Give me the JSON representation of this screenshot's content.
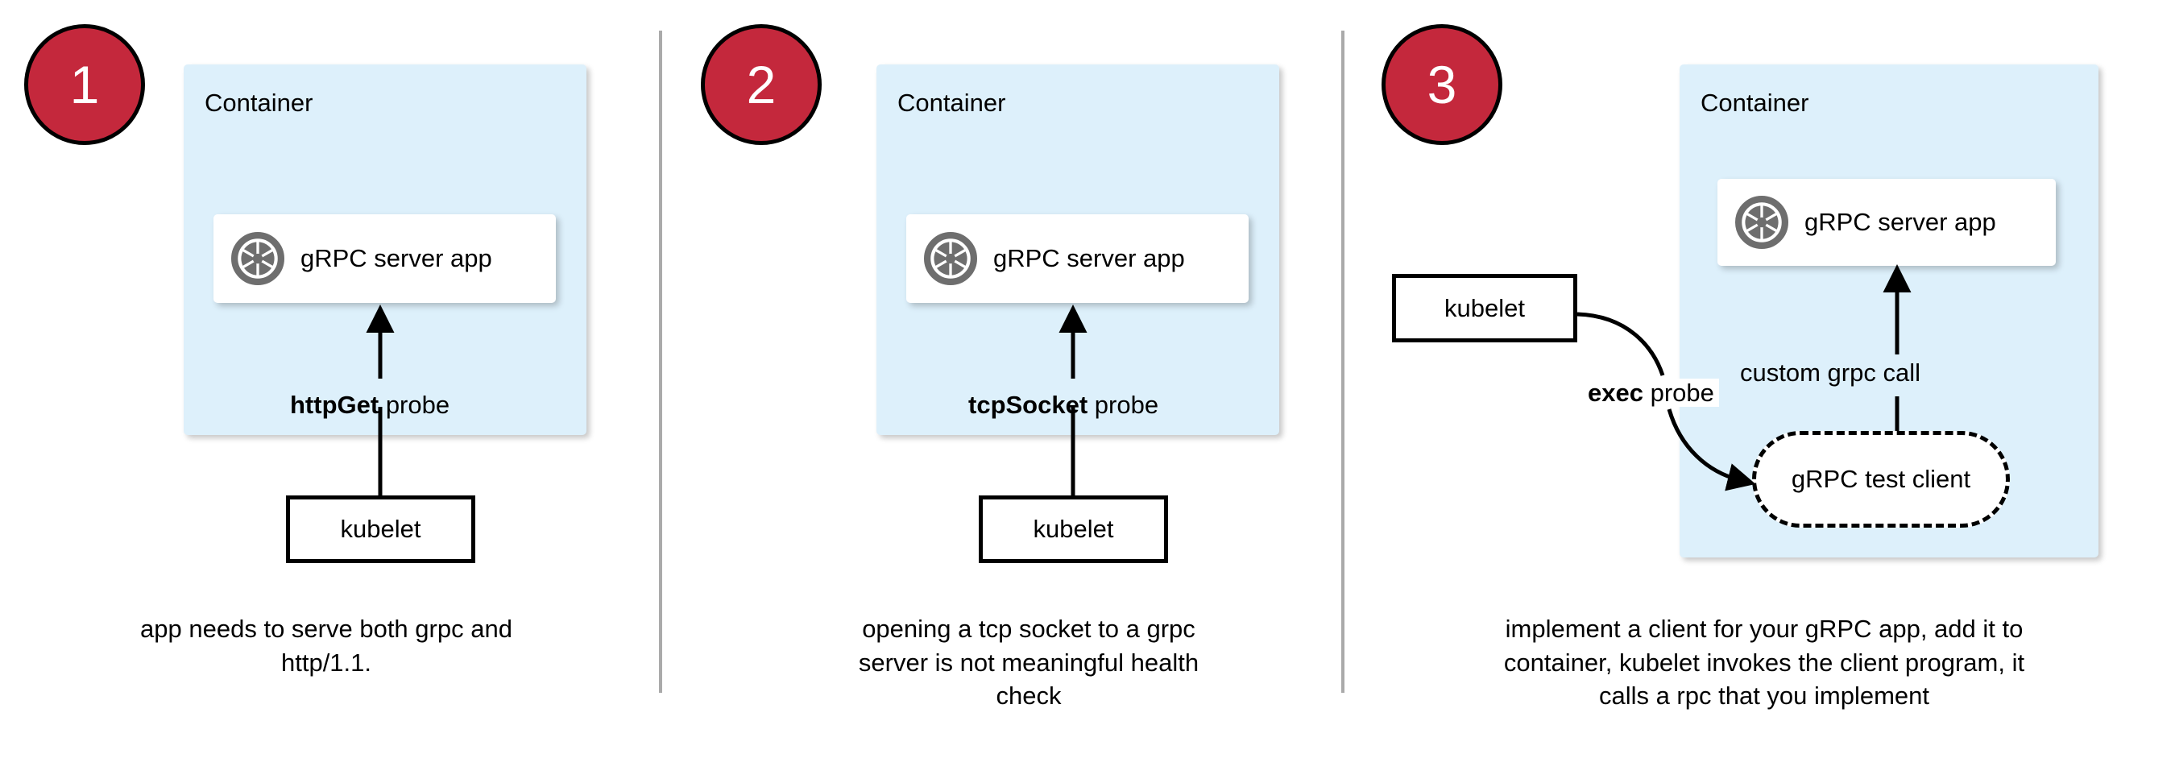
{
  "diagram": {
    "title": "gRPC health check probe approaches",
    "colors": {
      "badge_fill": "#c4283c",
      "badge_text": "#ffffff",
      "container_fill": "#ddf0fb",
      "card_fill": "#ffffff",
      "stroke": "#000000",
      "divider": "#aaaaaa",
      "icon_gray": "#6e6e6e"
    }
  },
  "panels": [
    {
      "number": "1",
      "container_label": "Container",
      "app_label": "gRPC server app",
      "app_icon": "grpc-aperture-icon",
      "probe_bold": "httpGet",
      "probe_rest": " probe",
      "kubelet_label": "kubelet",
      "caption": "app needs to serve both grpc and http/1.1."
    },
    {
      "number": "2",
      "container_label": "Container",
      "app_label": "gRPC server app",
      "app_icon": "grpc-aperture-icon",
      "probe_bold": "tcpSocket",
      "probe_rest": " probe",
      "kubelet_label": "kubelet",
      "caption": "opening a tcp socket to a grpc server is not meaningful health check"
    },
    {
      "number": "3",
      "container_label": "Container",
      "app_label": "gRPC server app",
      "app_icon": "grpc-aperture-icon",
      "probe_bold": "exec",
      "probe_rest": " probe",
      "kubelet_label": "kubelet",
      "inner_call_label": "custom grpc call",
      "test_client_label": "gRPC test client",
      "caption": "implement a client for your gRPC app, add it to container, kubelet invokes the client program, it calls a rpc that you implement"
    }
  ]
}
